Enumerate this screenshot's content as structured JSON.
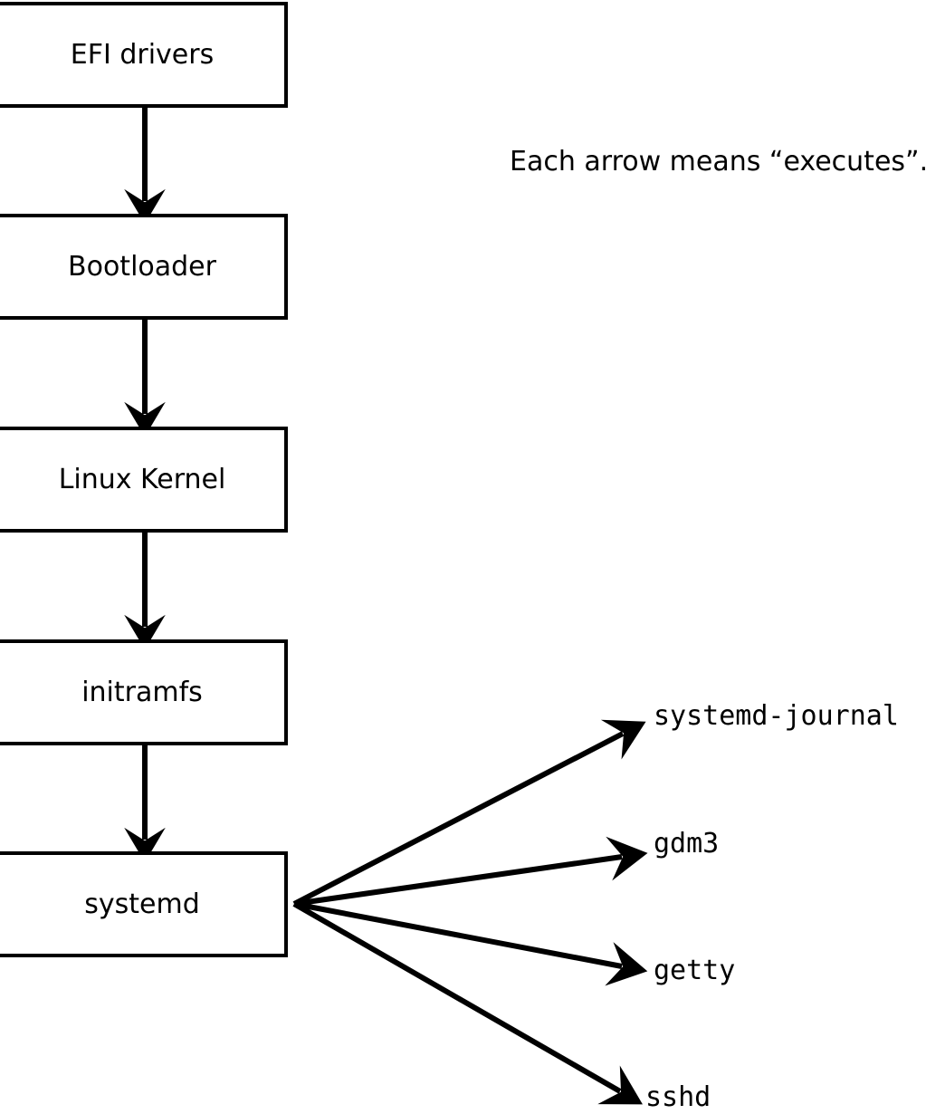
{
  "diagram": {
    "caption": "Each arrow means “executes”.",
    "boot_chain": [
      {
        "label": "EFI drivers"
      },
      {
        "label": "Bootloader"
      },
      {
        "label": "Linux Kernel"
      },
      {
        "label": "initramfs"
      },
      {
        "label": "systemd"
      }
    ],
    "services": [
      {
        "label": "systemd-journal"
      },
      {
        "label": "gdm3"
      },
      {
        "label": "getty"
      },
      {
        "label": "sshd"
      }
    ],
    "colors": {
      "stroke": "#000000",
      "fill": "#ffffff",
      "text": "#000000"
    }
  }
}
